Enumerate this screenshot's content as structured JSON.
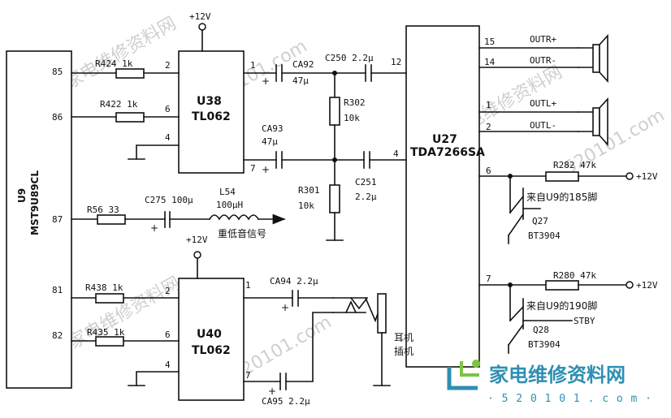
{
  "chips": {
    "u9": {
      "ref": "U9",
      "part": "MST9U89CL"
    },
    "u38": {
      "ref": "U38",
      "part": "TL062"
    },
    "u40": {
      "ref": "U40",
      "part": "TL062"
    },
    "u27": {
      "ref": "U27",
      "part": "TDA7266SA"
    }
  },
  "pins": {
    "u9_85": "85",
    "u9_86": "86",
    "u9_87": "87",
    "u9_81": "81",
    "u9_82": "82",
    "u38_2": "2",
    "u38_6": "6",
    "u38_4": "4",
    "u38_1": "1",
    "u38_7": "7",
    "u40_2": "2",
    "u40_6": "6",
    "u40_4": "4",
    "u40_1": "1",
    "u40_7": "7",
    "u27_12": "12",
    "u27_4": "4",
    "u27_15": "15",
    "u27_14": "14",
    "u27_1": "1",
    "u27_2": "2",
    "u27_6": "6",
    "u27_7": "7"
  },
  "components": {
    "r424": "R424  1k",
    "r422": "R422  1k",
    "r56": "R56  33",
    "r438": "R438  1k",
    "r435": "R435  1k",
    "c275": "C275  100μ",
    "l54_ref": "L54",
    "l54_val": "100μH",
    "ca92_ref": "CA92",
    "ca92_val": "47μ",
    "ca93_ref": "CA93",
    "ca93_val": "47μ",
    "c250": "C250  2.2μ",
    "c251_ref": "C251",
    "c251_val": "2.2μ",
    "r302_ref": "R302",
    "r302_val": "10k",
    "r301_ref": "R301",
    "r301_val": "10k",
    "ca94": "CA94  2.2μ",
    "ca95": "CA95  2.2μ",
    "r282": "R282  47k",
    "r280": "R280  47k",
    "q27": "Q27",
    "q27_part": "BT3904",
    "q28": "Q28",
    "q28_part": "BT3904"
  },
  "supplies": {
    "vcc_u38": "+12V",
    "vcc_u40": "+12V",
    "vcc_r282": "+12V",
    "vcc_r280": "+12V"
  },
  "outputs": {
    "outr_plus": "OUTR+",
    "outr_minus": "OUTR-",
    "outl_plus": "OUTL+",
    "outl_minus": "OUTL-"
  },
  "annotations": {
    "subwoofer": "重低音信号",
    "from_u9_185": "来自U9的185脚",
    "from_u9_190": "来自U9的190脚",
    "stby": "STBY",
    "headphone_line1": "耳机",
    "headphone_line2": "插机"
  },
  "watermark": {
    "cn": "家电维修资料网",
    "url": "520101.com",
    "logo_text": "家电维修资料网",
    "logo_url": "· 5 2 0 1 0 1 . c o m ·"
  }
}
